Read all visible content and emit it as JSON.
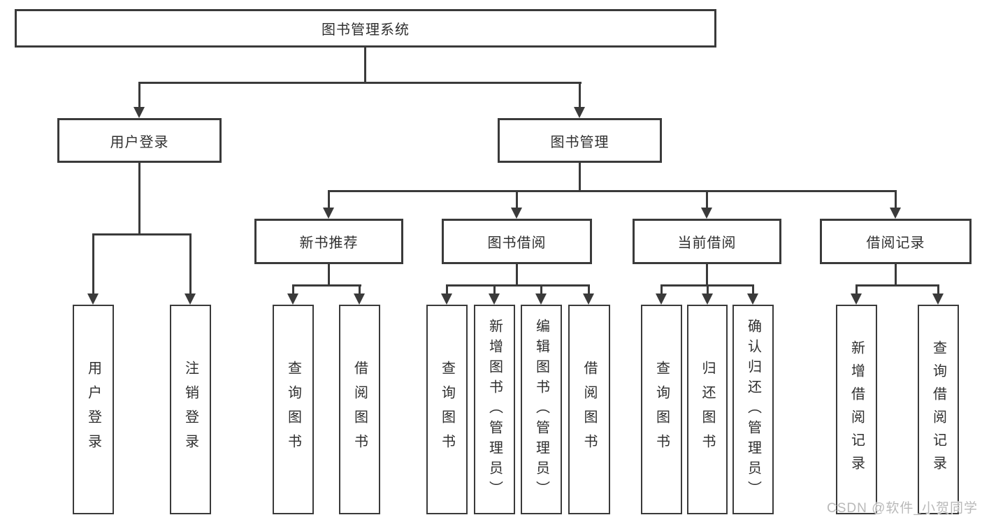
{
  "nodes": {
    "root": "图书管理系统",
    "user_login": "用户登录",
    "book_management": "图书管理",
    "new_book_recommend": "新书推荐",
    "book_borrow": "图书借阅",
    "current_borrow": "当前借阅",
    "borrow_records": "借阅记录",
    "leaf_user_login": "用户登录",
    "leaf_logout": "注销登录",
    "leaf_rec_query_books": "查询图书",
    "leaf_rec_borrow_books": "借阅图书",
    "leaf_bb_query_books": "查询图书",
    "leaf_bb_add_books": "新增图书（管理员）",
    "leaf_bb_edit_books": "编辑图书（管理员）",
    "leaf_bb_borrow_books": "借阅图书",
    "leaf_cb_query_books": "查询图书",
    "leaf_cb_return_books": "归还图书",
    "leaf_cb_confirm_return": "确认归还（管理员）",
    "leaf_br_add_record": "新增借阅记录",
    "leaf_br_query_record": "查询借阅记录"
  },
  "watermark": {
    "text": "CSDN @软件_小贺同学"
  }
}
